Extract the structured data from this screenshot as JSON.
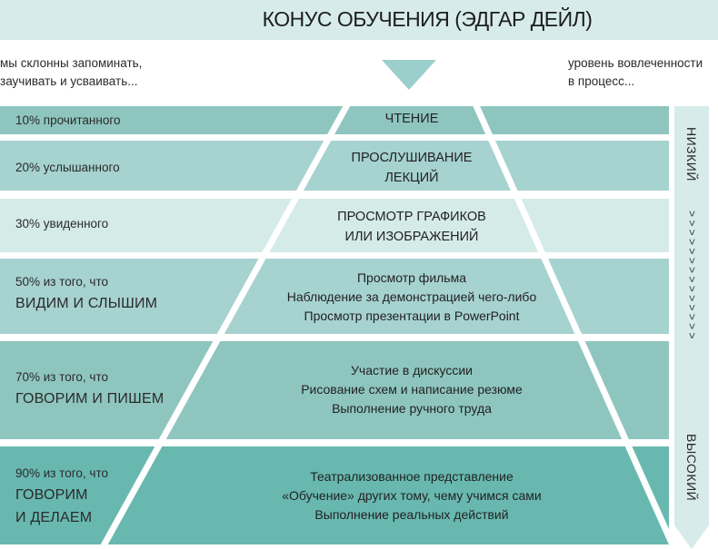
{
  "header": {
    "title": "КОНУС ОБУЧЕНИЯ (ЭДГАР ДЕЙЛ)"
  },
  "intro": {
    "left_line1": "мы склонны запоминать,",
    "left_line2": "заучивать и усваивать...",
    "right_line1": "уровень вовлеченности",
    "right_line2": "в процесс..."
  },
  "colors": {
    "header_bg": "#d7ecea",
    "triangle": "#9bcfcb",
    "row1": "#8ec6bf",
    "row2": "#a6d2d0",
    "row3": "#d4ebe8",
    "row4": "#a6d2d0",
    "row5": "#8ec6bf",
    "row6": "#68b8b0",
    "side_arrow": "#d7ecea"
  },
  "rows": [
    {
      "pct": "10% прочитанного",
      "big": "",
      "big2": "",
      "activities": [
        "ЧТЕНИЕ"
      ]
    },
    {
      "pct": "20% услышанного",
      "big": "",
      "big2": "",
      "activities": [
        "ПРОСЛУШИВАНИЕ",
        "ЛЕКЦИЙ"
      ]
    },
    {
      "pct": "30% увиденного",
      "big": "",
      "big2": "",
      "activities": [
        "ПРОСМОТР ГРАФИКОВ",
        "ИЛИ ИЗОБРАЖЕНИЙ"
      ]
    },
    {
      "pct": "50% из того, что",
      "big": "ВИДИМ И СЛЫШИМ",
      "big2": "",
      "activities": [
        "Просмотр фильма",
        "Наблюдение за демонстрацией чего-либо",
        "Просмотр презентации в PowerPoint"
      ]
    },
    {
      "pct": "70% из того, что",
      "big": "ГОВОРИМ И ПИШЕМ",
      "big2": "",
      "activities": [
        "Участие в дискуссии",
        "Рисование схем и написание резюме",
        "Выполнение ручного труда"
      ]
    },
    {
      "pct": "90% из того, что",
      "big": "ГОВОРИМ",
      "big2": "И ДЕЛАЕМ",
      "activities": [
        "Театрализованное представление",
        "«Обучение» других тому, чему учимся сами",
        "Выполнение реальных действий"
      ]
    }
  ],
  "side_scale": {
    "top_label": "НИЗКИЙ",
    "bottom_label": "ВЫСОКИЙ",
    "chevrons": "> > > > > > > > > > > > > >"
  }
}
